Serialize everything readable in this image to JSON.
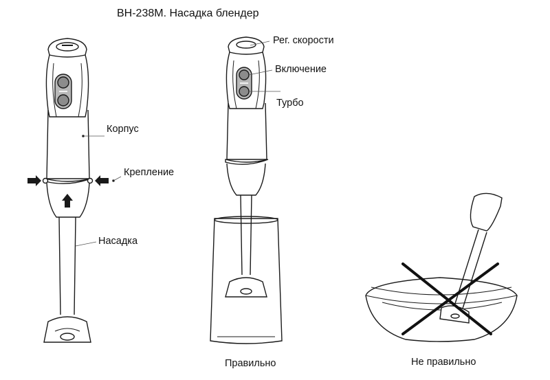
{
  "title": "BH-238M. Насадка блендер",
  "left_figure": {
    "labels": {
      "body": "Корпус",
      "mount": "Крепление",
      "attachment": "Насадка"
    }
  },
  "middle_figure": {
    "labels": {
      "speed": "Рег. скорости",
      "power": "Включение",
      "turbo": "Турбо"
    },
    "caption": "Правильно"
  },
  "right_figure": {
    "caption": "Не правильно"
  },
  "colors": {
    "line": "#1a1a1a",
    "button_fill": "#9a9a9a",
    "background": "#ffffff"
  }
}
